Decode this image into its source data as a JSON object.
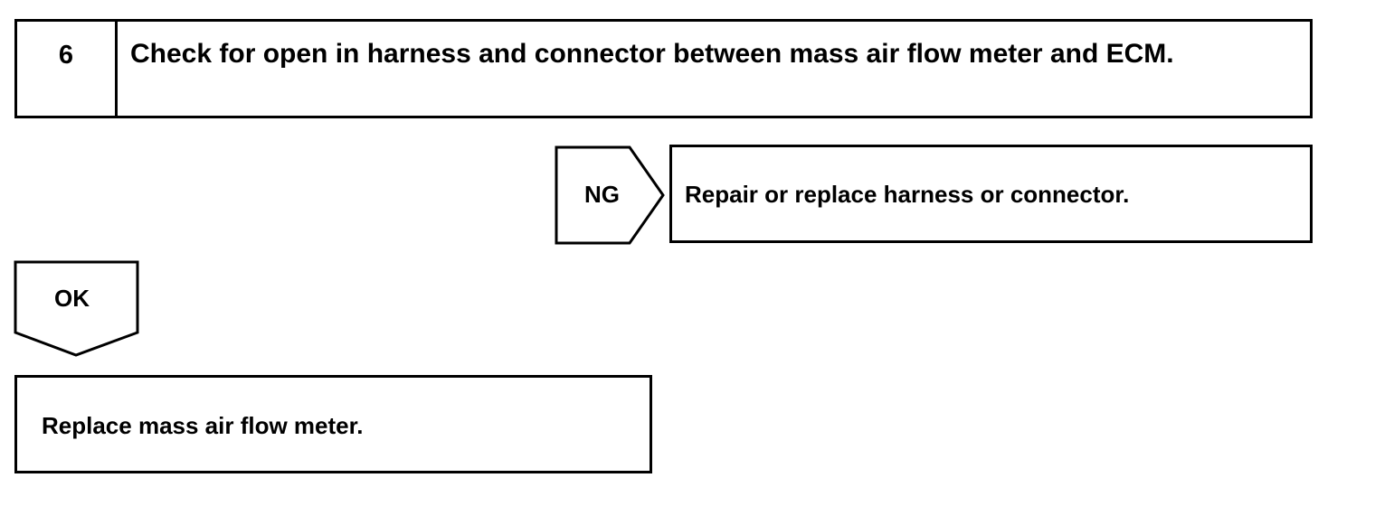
{
  "step": {
    "number": "6",
    "title": "Check for open in harness and connector between mass air flow meter and ECM."
  },
  "ng_branch": {
    "label": "NG",
    "action": "Repair or replace harness or connector."
  },
  "ok_branch": {
    "label": "OK",
    "action": "Replace mass air flow meter."
  },
  "colors": {
    "line": "#000000",
    "background": "#ffffff"
  }
}
